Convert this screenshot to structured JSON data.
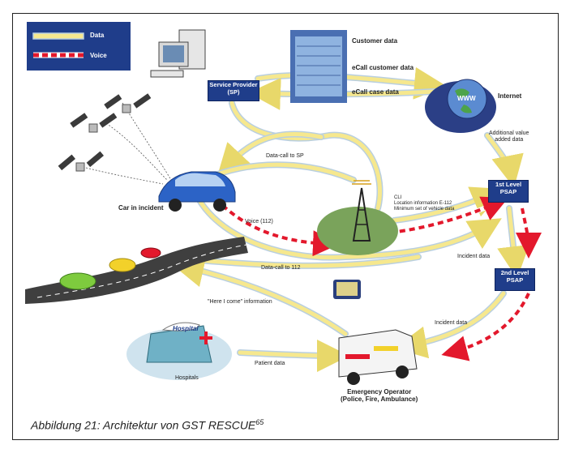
{
  "legend": {
    "data_label": "Data",
    "voice_label": "Voice"
  },
  "labels": {
    "service_provider": "Service Provider\n(SP)",
    "customer_data": "Customer data",
    "ecall_customer_data": "eCall customer data",
    "ecall_case_data": "eCall case data",
    "internet": "Internet",
    "additional_value": "Additional value\nadded data",
    "first_psap": "1st Level\nPSAP",
    "second_psap": "2nd Level\nPSAP",
    "data_call_sp": "Data-call to SP",
    "cli": "CLI\nLocation information E-112\nMinimum set of vehicle data",
    "car_in_incident": "Car in incident",
    "voice_112": "Voice (112)",
    "incident_data_1": "Incident data",
    "data_call_112": "Data-call to 112",
    "here_i_come": "\"Here I come\" information",
    "incident_data_2": "Incident data",
    "hospitals": "Hospitals",
    "patient_data": "Patient data",
    "emergency_operator": "Emergency Operator\n(Police, Fire, Ambulance)",
    "hospital_sign": "Hospital",
    "www": "WWW"
  },
  "caption": {
    "text": "Abbildung 21: Architektur von GST RESCUE",
    "footnote": "65"
  },
  "colors": {
    "data_line": "#f6e88e",
    "data_outline": "#b9cfe0",
    "voice_line": "#e3182c",
    "box": "#1f3d8a"
  }
}
